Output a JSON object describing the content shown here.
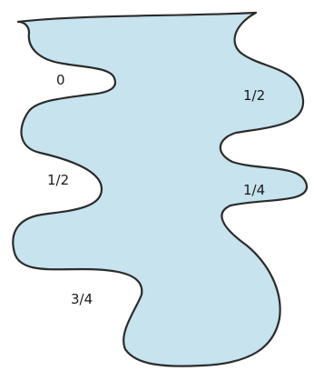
{
  "colors": {
    "shape_fill": "#c6e3ee",
    "shape_stroke": "#2b2b2b",
    "label_text": "#1a1a1a",
    "background": "#ffffff"
  },
  "labels": {
    "left_top": "0",
    "left_middle": "1/2",
    "left_bottom": "3/4",
    "right_top": "1/2",
    "right_middle": "1/4"
  }
}
